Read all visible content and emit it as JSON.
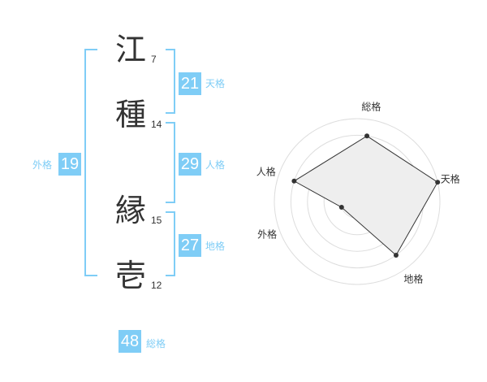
{
  "name": {
    "chars": [
      {
        "char": "江",
        "strokes": "7"
      },
      {
        "char": "種",
        "strokes": "14"
      },
      {
        "char": "縁",
        "strokes": "15"
      },
      {
        "char": "壱",
        "strokes": "12"
      }
    ]
  },
  "fortunes": {
    "tenkaku": {
      "value": "21",
      "label": "天格"
    },
    "jinkaku": {
      "value": "29",
      "label": "人格"
    },
    "chikaku": {
      "value": "27",
      "label": "地格"
    },
    "gaikaku": {
      "value": "19",
      "label": "外格"
    },
    "soukaku": {
      "value": "48",
      "label": "総格"
    }
  },
  "colors": {
    "accent": "#7fcdf6",
    "text": "#333333",
    "radar_fill": "#eeeeee"
  },
  "chart_data": {
    "type": "radar",
    "axes": [
      "総格",
      "天格",
      "地格",
      "外格",
      "人格"
    ],
    "values": [
      4,
      5,
      4,
      1,
      4
    ],
    "max": 5,
    "rings": 5
  }
}
